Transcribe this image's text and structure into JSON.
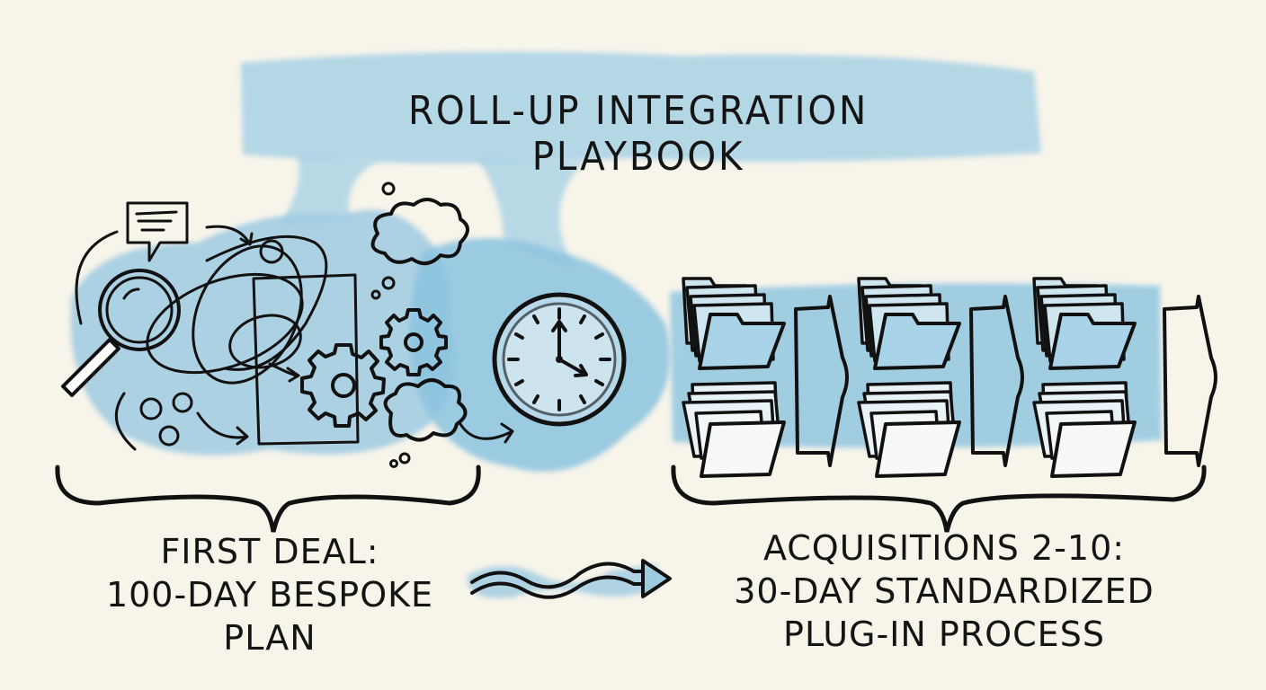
{
  "title": "ROLL-UP INTEGRATION PLAYBOOK",
  "left_section": {
    "label_lines": [
      "FIRST DEAL:",
      "100-DAY BESPOKE",
      "PLAN"
    ],
    "icons": [
      "speech-bubble",
      "magnifying-glass",
      "tangled-scribble",
      "document-frame",
      "gear-large",
      "gear-small",
      "thought-cloud-top",
      "thought-cloud-bottom",
      "bubbles",
      "curved-arrows"
    ]
  },
  "center": {
    "clock": {
      "icon": "clock",
      "time_shown": "4:00"
    },
    "transition_arrow": "wavy-arrow"
  },
  "right_section": {
    "label_lines": [
      "ACQUISITIONS 2-10:",
      "30-DAY STANDARDIZED",
      "PLUG-IN PROCESS"
    ],
    "folder_stacks": 3,
    "chevron_arrows": 3,
    "icons": [
      "folder-stack",
      "chevron-arrow"
    ]
  },
  "colors": {
    "background": "#f7f4ea",
    "watercolor_blue": "#8cc4e0",
    "watercolor_light": "#bcdcec",
    "ink": "#111111"
  }
}
